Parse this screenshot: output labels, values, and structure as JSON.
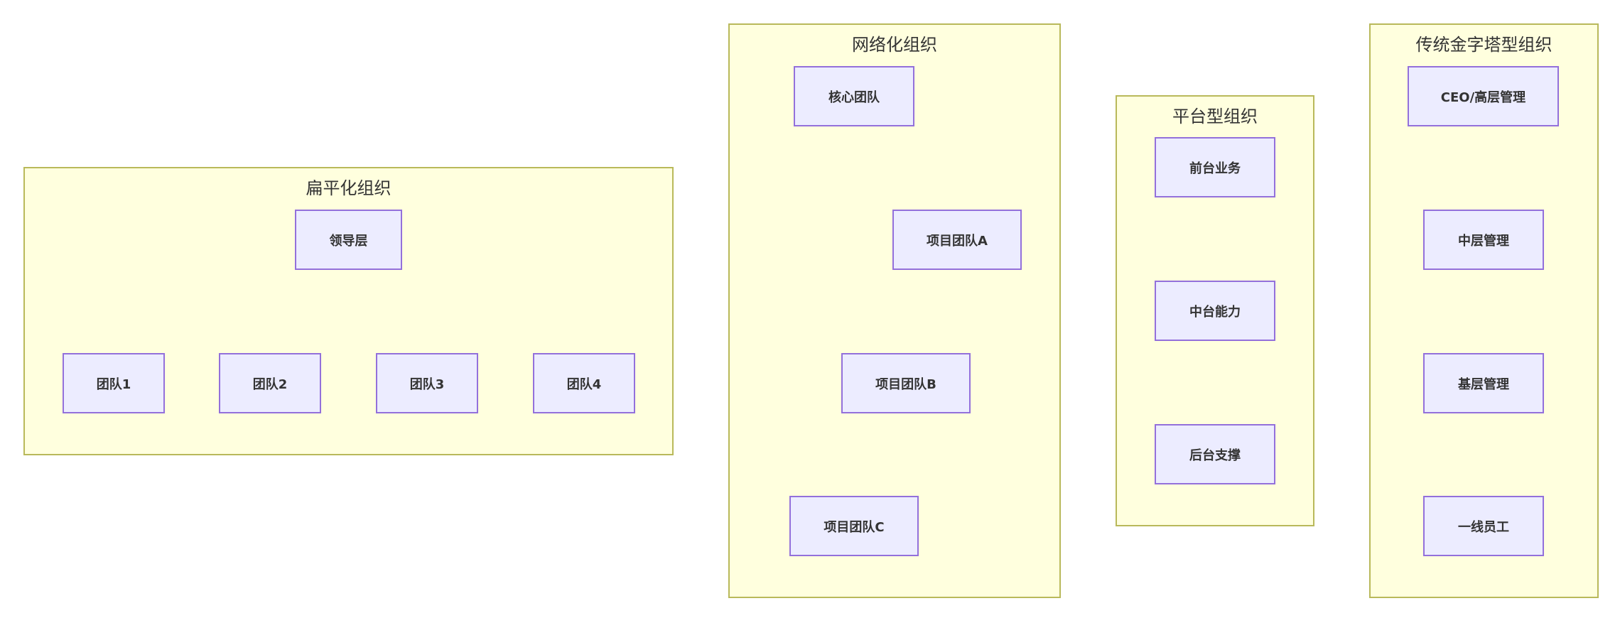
{
  "clusters": {
    "flat": {
      "title": "扁平化组织",
      "nodes": {
        "leader": "领导层",
        "team1": "团队1",
        "team2": "团队2",
        "team3": "团队3",
        "team4": "团队4"
      }
    },
    "network": {
      "title": "网络化组织",
      "nodes": {
        "core": "核心团队",
        "projA": "项目团队A",
        "projB": "项目团队B",
        "projC": "项目团队C"
      }
    },
    "platform": {
      "title": "平台型组织",
      "nodes": {
        "front": "前台业务",
        "middle": "中台能力",
        "back": "后台支撑"
      }
    },
    "pyramid": {
      "title": "传统金字塔型组织",
      "nodes": {
        "ceo": "CEO/高层管理",
        "mid": "中层管理",
        "base": "基层管理",
        "staff": "一线员工"
      }
    }
  },
  "colors": {
    "cluster_fill": "#ffffde",
    "cluster_border": "#b9b95a",
    "node_fill": "#ececff",
    "node_border": "#9370db",
    "edge": "#333333",
    "text": "#333333"
  }
}
